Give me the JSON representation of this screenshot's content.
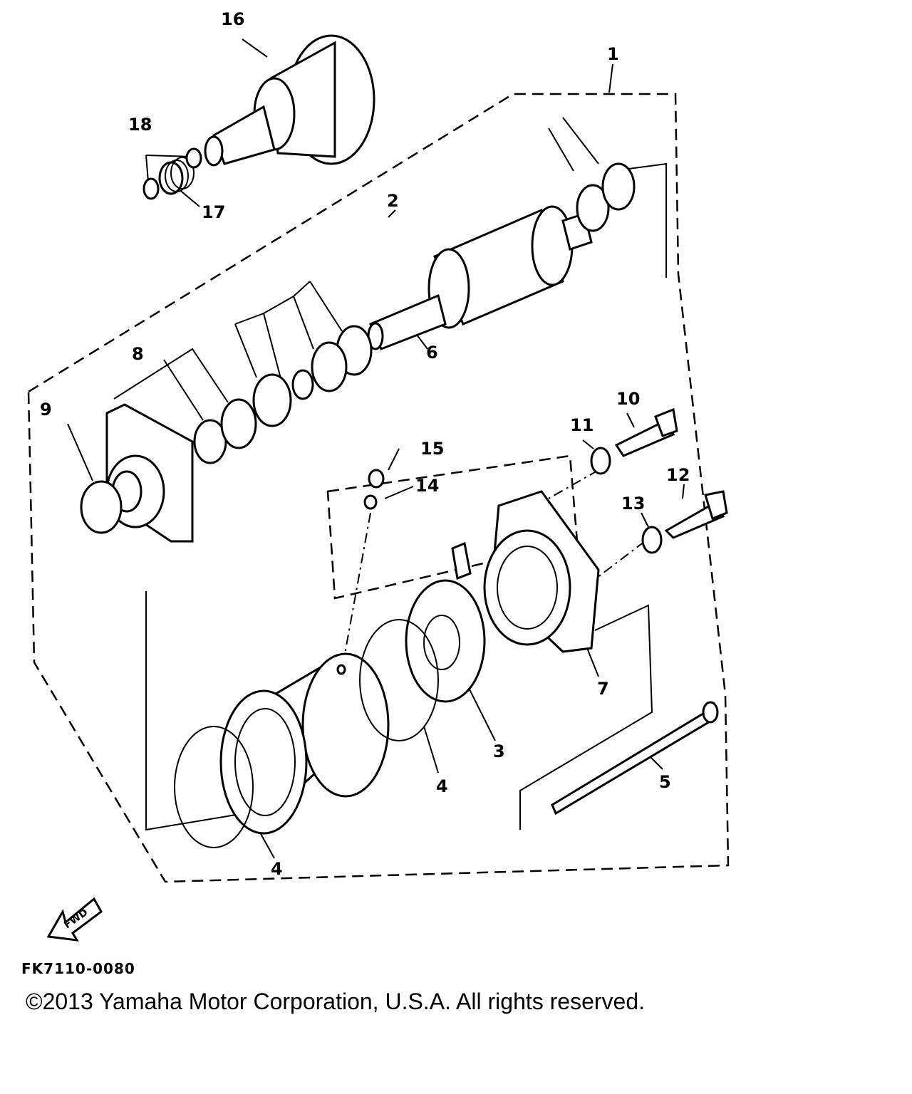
{
  "callouts": {
    "c1": "1",
    "c2": "2",
    "c3": "3",
    "c4a": "4",
    "c4b": "4",
    "c5": "5",
    "c6": "6",
    "c7": "7",
    "c8": "8",
    "c9": "9",
    "c10": "10",
    "c11": "11",
    "c12": "12",
    "c13": "13",
    "c14": "14",
    "c15": "15",
    "c16": "16",
    "c17": "17",
    "c18": "18"
  },
  "fwd_arrow_label": "FWD",
  "reference_code": "FK7110-0080",
  "copyright": "©2013 Yamaha Motor Corporation, U.S.A. All rights reserved."
}
